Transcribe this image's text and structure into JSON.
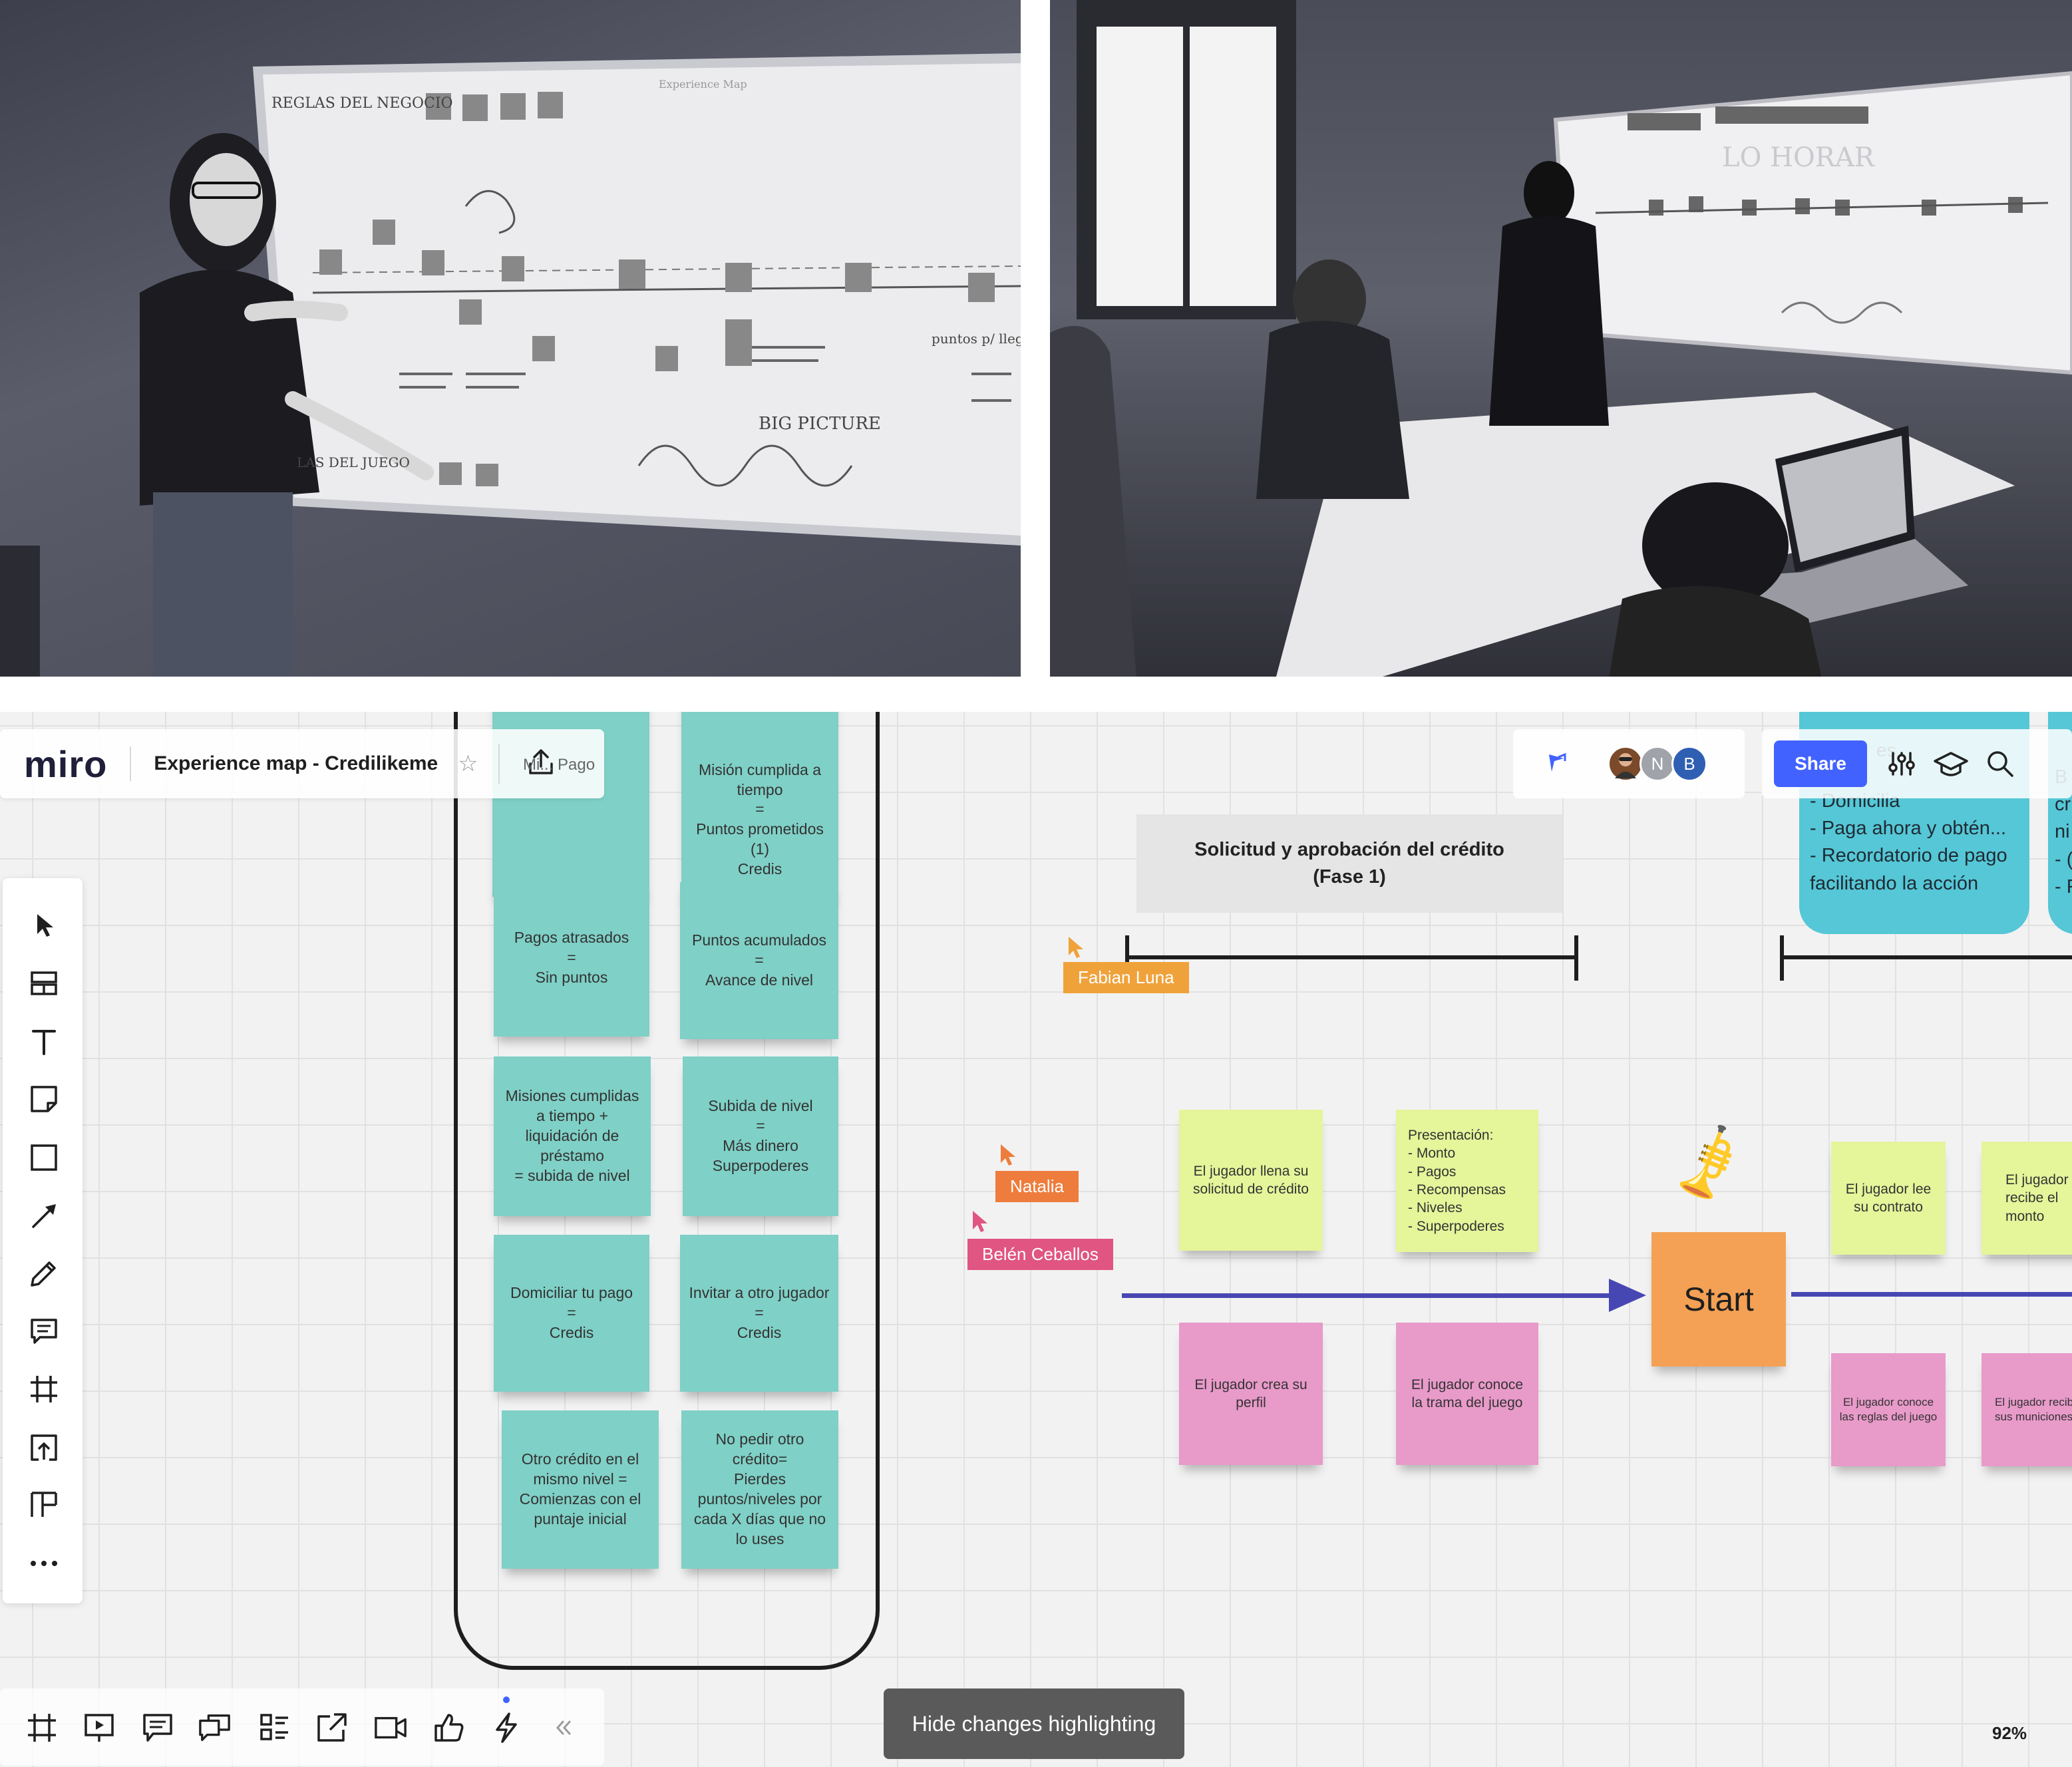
{
  "colors": {
    "accent": "#4262ff",
    "teal_sticky": "#7fd0c6",
    "lime_sticky": "#e4f59a",
    "pink_sticky": "#e89ac9",
    "start_sticky": "#f4a155",
    "timeline_arrow": "#4747b3",
    "cursor_fabian": "#f0a23a",
    "cursor_natalia": "#ee7c3c",
    "cursor_belen": "#e05582"
  },
  "app": {
    "logo": "miro",
    "board_title": "Experience map - Credilikeme"
  },
  "header": {
    "share_label": "Share",
    "avatars": [
      {
        "initial": "",
        "color": "#7a4a2a"
      },
      {
        "initial": "N",
        "color": "#a0a4aa"
      },
      {
        "initial": "B",
        "color": "#2f5fb3"
      }
    ],
    "icons": [
      "pointer-flag-icon",
      "settings-sliders-icon",
      "learning-cap-icon",
      "search-icon"
    ]
  },
  "left_toolbar": [
    "select-icon",
    "templates-icon",
    "text-icon",
    "sticky-note-icon",
    "shape-icon",
    "arrow-icon",
    "pen-icon",
    "comment-icon",
    "frame-icon",
    "upload-icon",
    "more-apps-icon",
    "more-icon"
  ],
  "bottom_toolbar": [
    "frames-icon",
    "presentation-icon",
    "comments-icon",
    "chat-icon",
    "cards-icon",
    "share-screen-icon",
    "video-icon",
    "vote-icon",
    "activity-icon",
    "collapse-icon"
  ],
  "hide_changes_label": "Hide changes highlighting",
  "zoom_label": "92%",
  "rules_stickies": [
    {
      "text": "Misión cumplida a tiempo\n=\nPuntos prometidos (1)\nCredis"
    },
    {
      "text": "Pagos atrasados\n=\nSin puntos"
    },
    {
      "text": "Puntos acumulados\n=\nAvance de nivel"
    },
    {
      "text": "Misiones cumplidas a tiempo + liquidación de préstamo\n= subida de nivel"
    },
    {
      "text": "Subida de nivel\n=\nMás dinero\nSuperpoderes"
    },
    {
      "text": "Domiciliar tu pago\n=\nCredis"
    },
    {
      "text": "Invitar a otro jugador\n=\nCredis"
    },
    {
      "text": "Otro crédito en el mismo nivel = Comienzas con el puntaje inicial"
    },
    {
      "text": "No pedir otro crédito=\nPierdes puntos/niveles por cada X días que no lo uses"
    }
  ],
  "hidden_sticky_fragment": "Mi... Pago",
  "phase_label": "Solicitud y aprobación del crédito\n(Fase 1)",
  "cursors": [
    {
      "name": "Fabian Luna"
    },
    {
      "name": "Natalia"
    },
    {
      "name": "Belén Ceballos"
    }
  ],
  "timeline_top": [
    {
      "text": "El jugador llena su solicitud de crédito"
    },
    {
      "text": "Presentación:\n- Monto\n- Pagos\n- Recompensas\n- Niveles\n- Superpoderes"
    },
    {
      "text": "El jugador lee su contrato"
    },
    {
      "text": "El jugador recibe el monto"
    }
  ],
  "timeline_bottom": [
    {
      "text": "El jugador crea su perfil"
    },
    {
      "text": "El jugador conoce la trama del juego"
    },
    {
      "text": "El jugador conoce las reglas del juego"
    },
    {
      "text": "El jugador recibe sus municiones"
    }
  ],
  "start_label": "Start",
  "trumpet_emoji": "🎺",
  "teal_card": {
    "partial_title": "es",
    "items": [
      "- Domicilia",
      "- Paga ahora y obtén...",
      "- Recordatorio de pago facilitando la acción"
    ]
  },
  "far_right_fragments": [
    "cr",
    "ni",
    "- (",
    "- F",
    "B"
  ],
  "photos": [
    {
      "name": "whiteboard-presenter-photo",
      "visible_text": [
        "REGLAS DEL NEGOCIO",
        "Experience Map",
        "BIG PICTURE",
        "LAS DEL JUEGO",
        "puntos p/ llegar"
      ]
    },
    {
      "name": "meeting-room-photo",
      "visible_text": [
        "LO HORAR"
      ]
    }
  ]
}
